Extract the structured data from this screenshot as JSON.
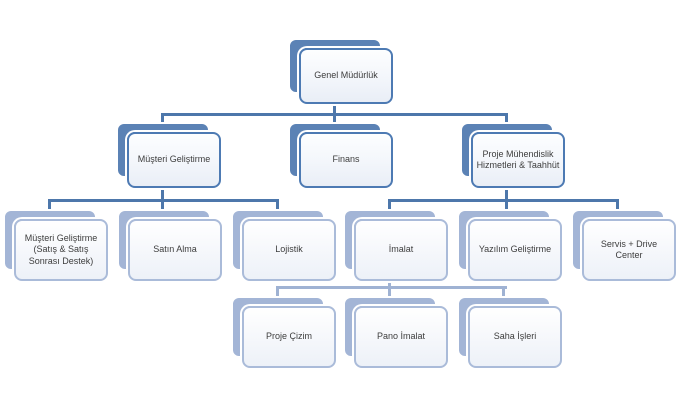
{
  "diagram": {
    "type": "org-chart",
    "language": "tr",
    "colors": {
      "node_back_dark": "#5b82b5",
      "node_border_dark": "#4d7ab3",
      "node_back_light": "#a3b5d6",
      "node_border_light": "#aabbd9",
      "node_face_fill": "#f3f6fb",
      "connector_dark": "#4d77ab",
      "connector_light": "#9fb2d3",
      "text": "#3d3d3d",
      "background": "#ffffff"
    },
    "nodes": [
      {
        "id": "genel-mudurluk",
        "label": "Genel Müdürlük",
        "parent": null,
        "level": 1
      },
      {
        "id": "musteri-gelistirme",
        "label": "Müşteri Geliştirme",
        "parent": "genel-mudurluk",
        "level": 2
      },
      {
        "id": "finans",
        "label": "Finans",
        "parent": "genel-mudurluk",
        "level": 2
      },
      {
        "id": "proje-muhendislik",
        "label": "Proje Mühendislik Hizmetleri & Taahhüt",
        "parent": "genel-mudurluk",
        "level": 2
      },
      {
        "id": "musteri-gelistirme-satis",
        "label": "Müşteri Geliştirme (Satış & Satış Sonrası Destek)",
        "parent": "musteri-gelistirme",
        "level": 3
      },
      {
        "id": "satin-alma",
        "label": "Satın Alma",
        "parent": "musteri-gelistirme",
        "level": 3
      },
      {
        "id": "lojistik",
        "label": "Lojistik",
        "parent": "musteri-gelistirme",
        "level": 3
      },
      {
        "id": "imalat",
        "label": "İmalat",
        "parent": "proje-muhendislik",
        "level": 3
      },
      {
        "id": "yazilim-gelistirme",
        "label": "Yazılım Geliştirme",
        "parent": "proje-muhendislik",
        "level": 3
      },
      {
        "id": "servis-drive-center",
        "label": "Servis + Drive Center",
        "parent": "proje-muhendislik",
        "level": 3
      },
      {
        "id": "proje-cizim",
        "label": "Proje Çizim",
        "parent": "imalat",
        "level": 4
      },
      {
        "id": "pano-imalat",
        "label": "Pano İmalat",
        "parent": "imalat",
        "level": 4
      },
      {
        "id": "saha-isleri",
        "label": "Saha İşleri",
        "parent": "imalat",
        "level": 4
      }
    ]
  }
}
